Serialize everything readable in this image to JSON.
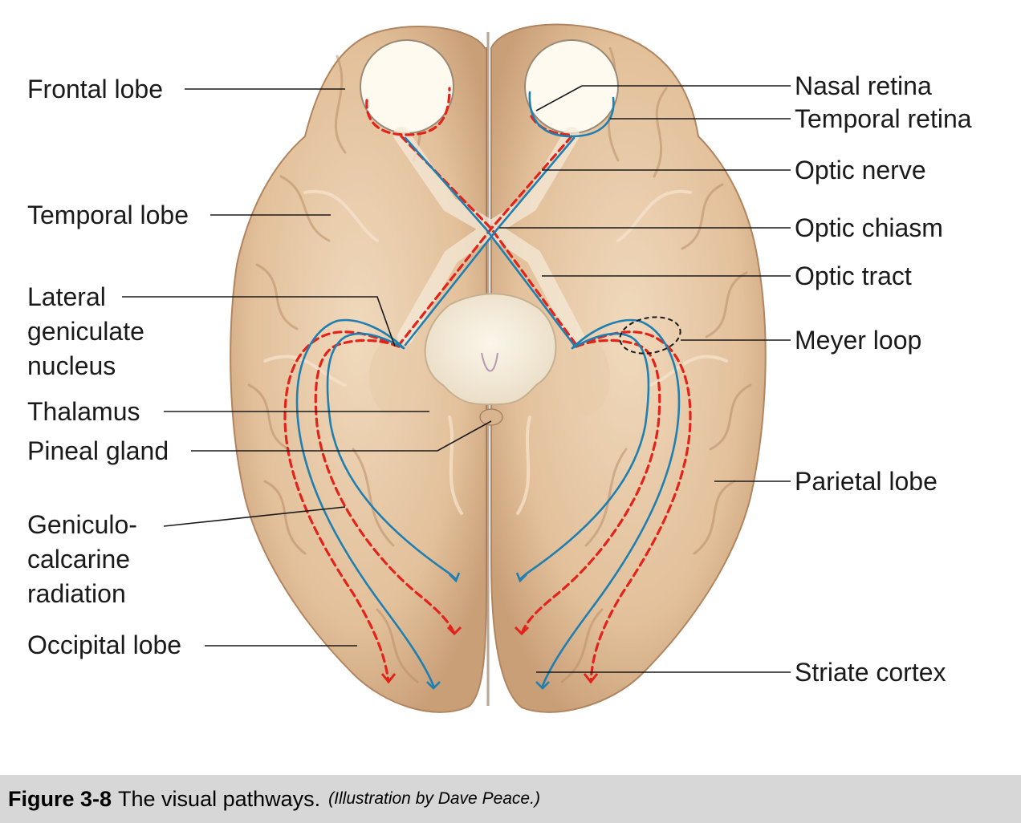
{
  "labels": {
    "frontal_lobe": "Frontal lobe",
    "temporal_lobe": "Temporal lobe",
    "lgn_line1": "Lateral",
    "lgn_line2": "geniculate",
    "lgn_line3": "nucleus",
    "thalamus": "Thalamus",
    "pineal_gland": "Pineal gland",
    "gcr_line1": "Geniculo-",
    "gcr_line2": "calcarine",
    "gcr_line3": "radiation",
    "occipital_lobe": "Occipital lobe",
    "nasal_retina": "Nasal retina",
    "temporal_retina": "Temporal retina",
    "optic_nerve": "Optic nerve",
    "optic_chiasm": "Optic chiasm",
    "optic_tract": "Optic tract",
    "meyer_loop": "Meyer loop",
    "parietal_lobe": "Parietal lobe",
    "striate_cortex": "Striate cortex"
  },
  "caption": {
    "number": "Figure 3-8",
    "text": "The visual pathways.",
    "credit": "(Illustration by Dave Peace.)"
  },
  "colors": {
    "crossed_fibers": "#e2231a",
    "uncrossed_fibers": "#1f7fb0",
    "brain_tissue": "#e4c4a0",
    "caption_bar": "#d7d7d7"
  }
}
